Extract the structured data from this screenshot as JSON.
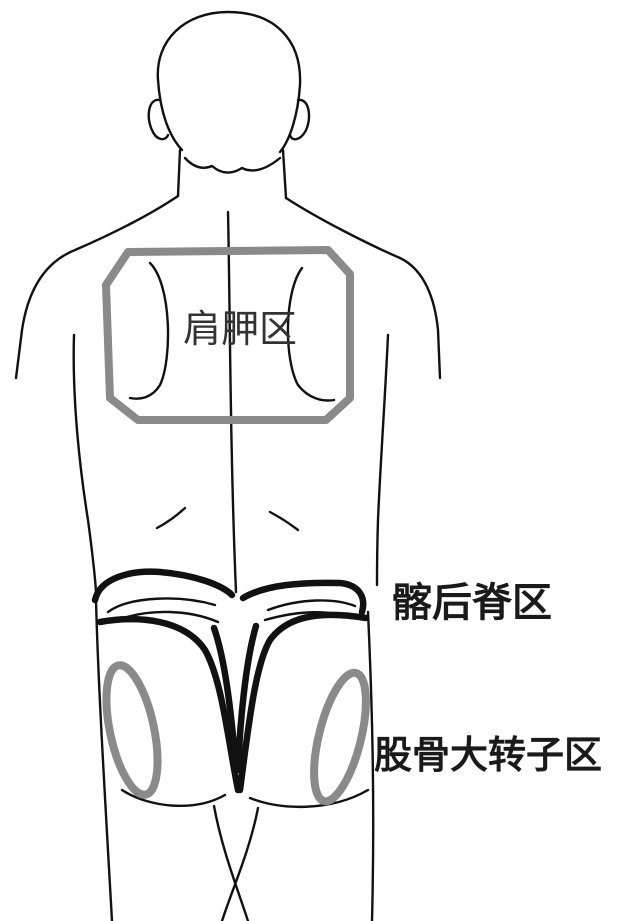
{
  "labels": {
    "scapular": "肩胛区",
    "iliac": "髂后脊区",
    "trochanter": "股骨大转子区"
  },
  "colors": {
    "outline": "#111111",
    "region": "#8a8a8a"
  }
}
